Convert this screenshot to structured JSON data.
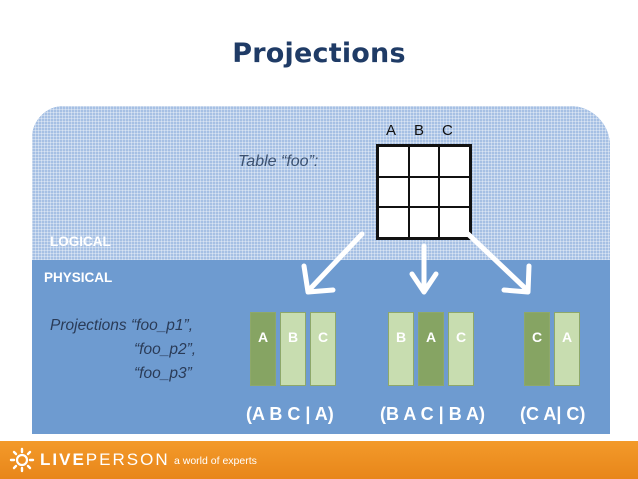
{
  "title": "Projections",
  "layers": {
    "logical": "LOGICAL",
    "physical": "PHYSICAL"
  },
  "table": {
    "caption": "Table “foo”:",
    "columns": [
      "A",
      "B",
      "C"
    ]
  },
  "projections_caption": [
    "Projections “foo_p1”,",
    "“foo_p2”,",
    "“foo_p3”"
  ],
  "projections": [
    {
      "columns": [
        "A",
        "B",
        "C"
      ],
      "sort": "(A B C | A)"
    },
    {
      "columns": [
        "B",
        "A",
        "C"
      ],
      "sort": "(B A C | B A)"
    },
    {
      "columns": [
        "C",
        "A"
      ],
      "sort": "(C A| C)"
    }
  ],
  "footer": {
    "brand_bold": "LIVE",
    "brand_rest": "PERSON",
    "tagline": "a world of experts"
  },
  "colors": {
    "title": "#1f3b66",
    "logical_bg": "#a6c0e4",
    "physical_bg": "#6e9bd0",
    "column_dark": "#86a463",
    "column_light": "#c8ddb0",
    "footer_orange": "#f0932a"
  }
}
